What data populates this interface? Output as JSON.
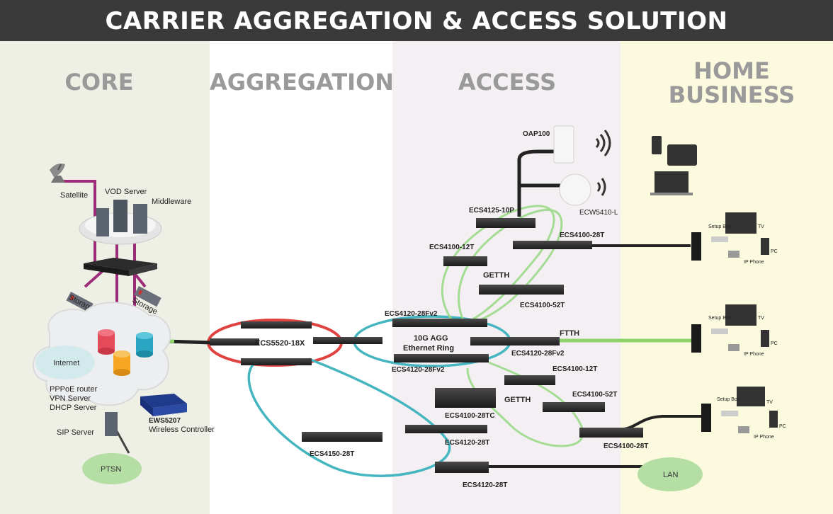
{
  "header": {
    "title": "CARRIER AGGREGATION & ACCESS SOLUTION"
  },
  "zones": {
    "core": "CORE",
    "aggregation": "AGGREGATION",
    "access": "ACCESS",
    "home_line1": "HOME",
    "home_line2": "BUSINESS"
  },
  "colors": {
    "header_bg": "#3a3a3a",
    "core_bg": "#eef0e6",
    "access_bg": "#f4eff3",
    "home_bg": "#fbf9de",
    "red_ring": "#e0423f",
    "teal_ring": "#45b6c0",
    "green_link": "#8fd46b",
    "magenta_link": "#9c2c78"
  },
  "core": {
    "satellite": "Satellite",
    "vod_server": "VOD Server",
    "middleware": "Middleware",
    "storage_left": "Storage",
    "storage_right": "Storage",
    "internet": "Internet",
    "pppoe": "PPPoE router",
    "vpn": "VPN Server",
    "dhcp": "DHCP Server",
    "sip": "SIP Server",
    "ptsn": "PTSN",
    "ews_model": "EWS5207",
    "ews_desc": "Wireless Controller"
  },
  "aggregation": {
    "core_switch": "ECS5520-18X"
  },
  "access": {
    "oap": "OAP100",
    "ecw": "ECW5410-L",
    "ecs4125": "ECS4125-10P",
    "ecs4100_28t_top": "ECS4100-28T",
    "ecs4100_12t_top": "ECS4100-12T",
    "getth_top": "GETTH",
    "ecs4100_52t_top": "ECS4100-52T",
    "ecs4120_28fv2_a": "ECS4120-28Fv2",
    "ring_line1": "10G AGG",
    "ring_line2": "Ethernet Ring",
    "ftth": "FTTH",
    "ecs4120_28fv2_b": "ECS4120-28Fv2",
    "ecs4120_28fv2_c": "ECS4120-28Fv2",
    "ecs4100_12t_bot": "ECS4100-12T",
    "ecs4100_52t_bot": "ECS4100-52T",
    "ecs4100_28tc": "ECS4100-28TC",
    "getth_bot": "GETTH",
    "ecs4120_28t_a": "ECS4120-28T",
    "ecs4100_28t_bot": "ECS4100-28T",
    "ecs4150_28t": "ECS4150-28T",
    "ecs4120_28t_b": "ECS4120-28T"
  },
  "home": {
    "setup_box_1": "Setup Box",
    "tv_1": "TV",
    "pc_1": "PC",
    "phone_1": "IP Phone",
    "setup_box_2": "Setup Box",
    "tv_2": "TV",
    "pc_2": "PC",
    "phone_2": "IP Phone",
    "setup_box_3": "Setup Box",
    "tv_3": "TV",
    "pc_3": "PC",
    "phone_3": "IP Phone",
    "lan": "LAN"
  }
}
